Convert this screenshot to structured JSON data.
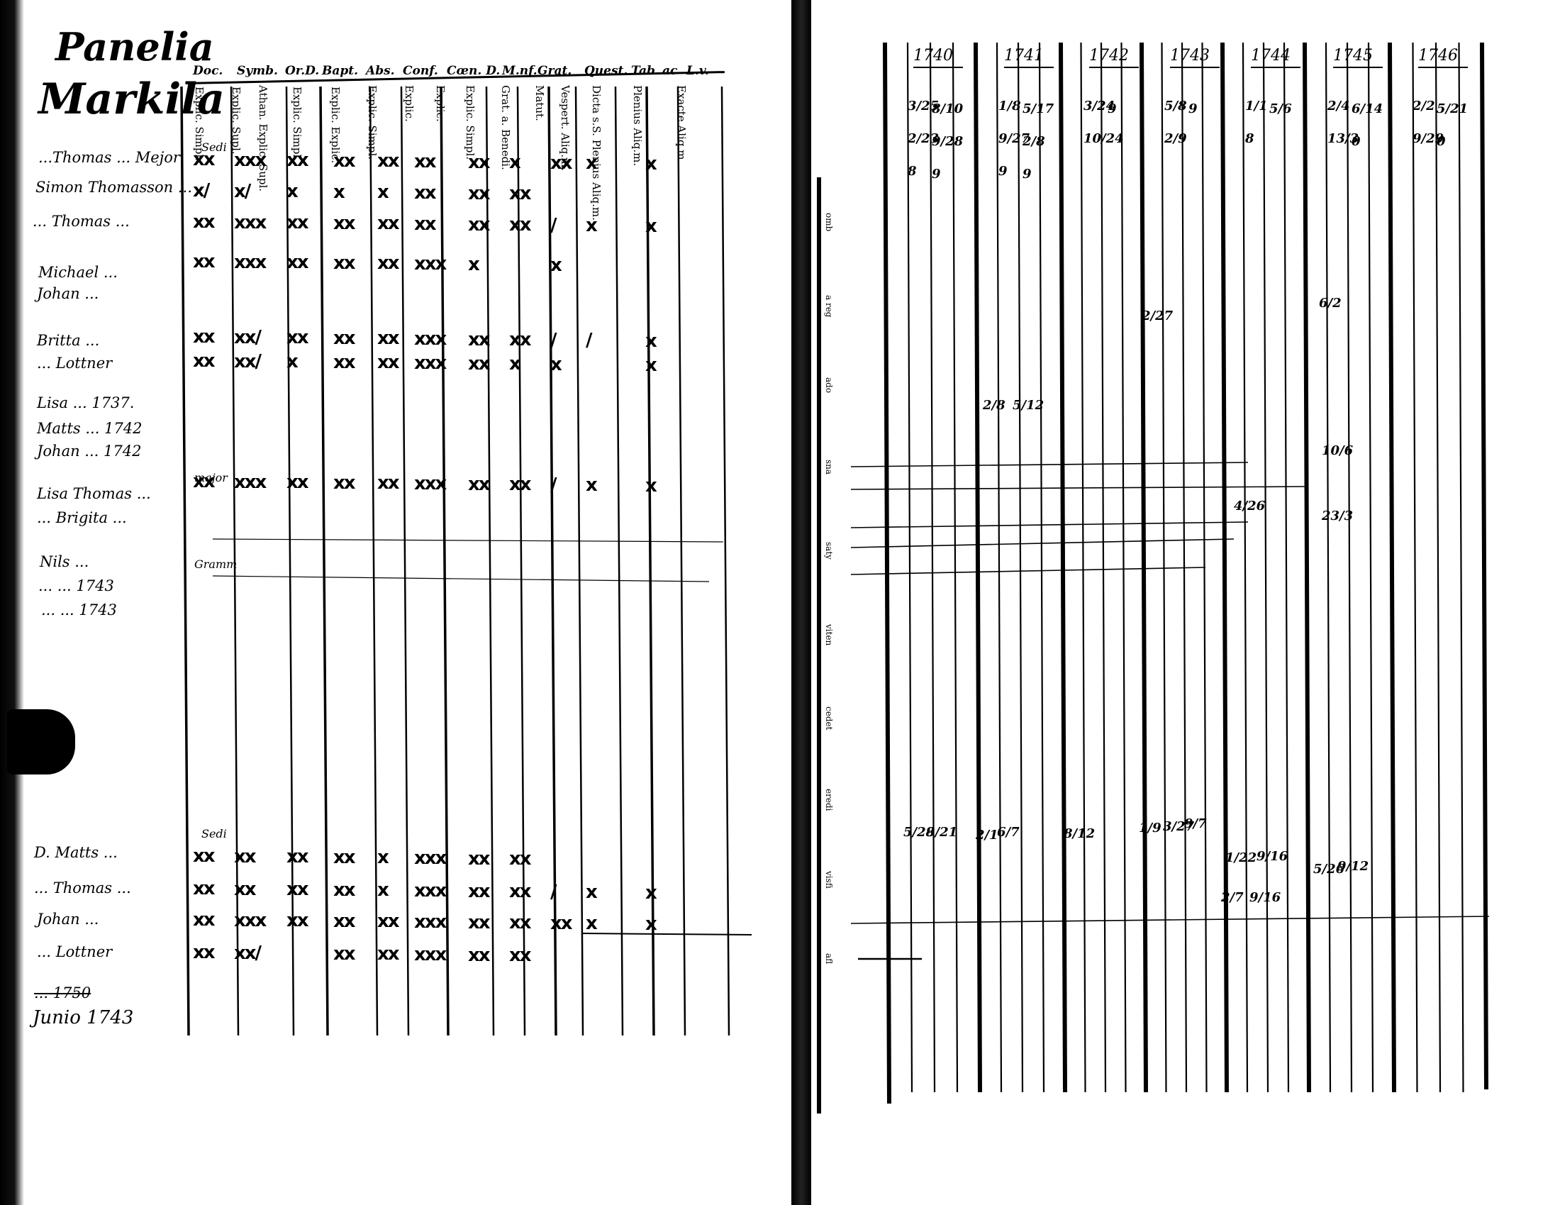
{
  "left_page": {
    "village": "Panelia",
    "village2": "Markila",
    "header_top": [
      "Doc.",
      "Symb.",
      "Or.D.",
      "Bapt.",
      "Abs.",
      "Conf.",
      "Cœn. D.",
      "M.nf.",
      "Grat.",
      "Quest.",
      "Tab.",
      "ac",
      "L.v."
    ],
    "columns": [
      "Explic. Simpl.",
      "Explic. Supl.",
      "Athan. Explic. Supl.",
      "Explic. Simpl.",
      "Explic. Explic.",
      "Explic. Simpl.",
      "Explic.",
      "Explic.",
      "Explic. Simpl.",
      "Grat. a. Benedi.",
      "Matut.",
      "Vespert. Aliq.m.",
      "Dicta s.S. Plenius Aliq.m.",
      "Plenius Aliq.m.",
      "Exacte Aliq.m."
    ],
    "names": [
      "...Thomas ... Mejor",
      "Simon Thomasson ...",
      "... Thomas ...",
      "Michael ...",
      "Johan ...",
      "Britta ...",
      "... Lottner",
      "Lisa ... 1737.",
      "Matts ... 1742",
      "Johan ... 1742",
      "Lisa Thomas ...",
      "... Brigita ...",
      "Nils ...",
      "... ... 1743",
      "... ... 1743",
      "D. Matts ...",
      "... Thomas ...",
      "Johan ...",
      "... Lottner",
      "... 1750",
      "Junio 1743"
    ],
    "row_marks": [
      [
        "xx",
        "xxx",
        "xx",
        "xx",
        "xx",
        "xx",
        "xx",
        "x",
        "xx",
        "x",
        "x",
        ""
      ],
      [
        "x/",
        "x/",
        "x",
        "x",
        "x",
        "xx",
        "xx",
        "xx",
        "",
        "",
        "",
        ""
      ],
      [
        "xx",
        "xxx",
        "xx",
        "xx",
        "xx",
        "xx",
        "xx",
        "xx",
        "/",
        "x",
        "x",
        ""
      ],
      [
        "xx",
        "xxx",
        "xx",
        "xx",
        "xx",
        "xxx",
        "x",
        "",
        "x",
        "",
        "",
        ""
      ],
      [
        "xx",
        "xx/",
        "xx",
        "xx",
        "xx",
        "xxx",
        "xx",
        "xx",
        "/",
        "/",
        "x",
        ""
      ],
      [
        "xx",
        "xx/",
        "x",
        "xx",
        "xx",
        "xxx",
        "xx",
        "x",
        "x",
        "",
        "x",
        ""
      ],
      [
        "xx",
        "xxx",
        "xx",
        "xx",
        "xx",
        "xxx",
        "xx",
        "xx",
        "/",
        "x",
        "x",
        ""
      ],
      [
        "xx",
        "xx",
        "xx",
        "xx",
        "x",
        "xxx",
        "xx",
        "xx",
        "",
        "",
        "",
        ""
      ],
      [
        "xx",
        "xx",
        "xx",
        "xx",
        "x",
        "xxx",
        "xx",
        "xx",
        "/",
        "x",
        "x",
        ""
      ],
      [
        "xx",
        "xxx",
        "xx",
        "xx",
        "xx",
        "xxx",
        "xx",
        "xx",
        "xx",
        "x",
        "x",
        ""
      ],
      [
        "xx",
        "xx/",
        "",
        "xx",
        "xx",
        "xxx",
        "xx",
        "xx",
        "",
        "",
        "",
        ""
      ]
    ],
    "annotations": [
      "Sedi",
      "major",
      "Gramm",
      "Sedi"
    ]
  },
  "right_page": {
    "years": [
      "1740",
      "1741",
      "1742",
      "1743",
      "1744",
      "1745",
      "1746"
    ],
    "entries": [
      {
        "year": "1740",
        "cells": [
          "3/25",
          "8/10",
          "2/23",
          "9/28",
          "8",
          "9"
        ]
      },
      {
        "year": "1741",
        "cells": [
          "1/8",
          "5/17",
          "9/27",
          "2/8",
          "9",
          "9"
        ]
      },
      {
        "year": "1742",
        "cells": [
          "3/24",
          "9",
          "10/24"
        ]
      },
      {
        "year": "1743",
        "cells": [
          "5/8",
          "9",
          "2/9"
        ]
      },
      {
        "year": "1744",
        "cells": [
          "1/1",
          "5/6",
          "8"
        ]
      },
      {
        "year": "1745",
        "cells": [
          "2/4",
          "6/14",
          "13/3",
          "0"
        ]
      },
      {
        "year": "1746",
        "cells": [
          "2/2",
          "5/21",
          "9/29",
          "0"
        ]
      }
    ],
    "mid_entries": [
      "2/27",
      "6/2",
      "2/8",
      "5/12",
      "10/6",
      "4/26",
      "23/3"
    ],
    "lower_entries": [
      "5/28",
      "9/21",
      "2/1",
      "6/7",
      "8/12",
      "1/9",
      "3/27",
      "9/7",
      "1/22",
      "9/16",
      "5/26",
      "9/12",
      "2/7",
      "9/16"
    ]
  },
  "spine_text": [
    "omb",
    "a reg",
    "ado",
    "sna",
    "saty",
    "viten",
    "cedet",
    "eredi",
    "visfi",
    "afl"
  ]
}
